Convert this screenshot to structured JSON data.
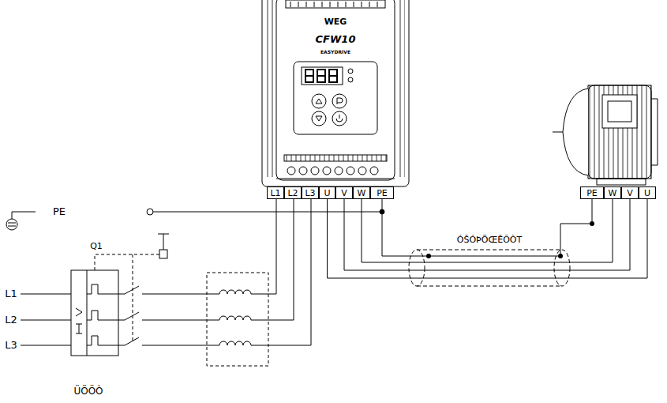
{
  "diagram": {
    "nodes": [
      {
        "text": [
          "L1"
        ]
      },
      {
        "text": [
          "L2"
        ]
      },
      {
        "text": [
          "L3"
        ]
      },
      {
        "text": [
          "U"
        ]
      },
      {
        "text": [
          "V"
        ]
      },
      {
        "text": [
          "W"
        ]
      },
      {
        "text": [
          "PE"
        ]
      },
      {
        "text": [
          "PE"
        ]
      },
      {
        "text": [
          "W"
        ]
      },
      {
        "text": [
          "V"
        ]
      },
      {
        "text": [
          "U"
        ]
      }
    ],
    "edges": [
      {
        "from": 3,
        "to": 10,
        "arrow": "none"
      },
      {
        "from": 4,
        "to": 9,
        "arrow": "none"
      },
      {
        "from": 5,
        "to": 8,
        "arrow": "none"
      },
      {
        "from": 6,
        "to": 7,
        "arrow": "none"
      }
    ],
    "labels": [
      "WEG",
      "CFW10",
      "EASYDRIVE",
      "PE",
      "L1",
      "L2",
      "L3",
      "Q1",
      "ÓŠÓÞÖŒÊÕÒT",
      "ÜÖÖÒ"
    ]
  }
}
